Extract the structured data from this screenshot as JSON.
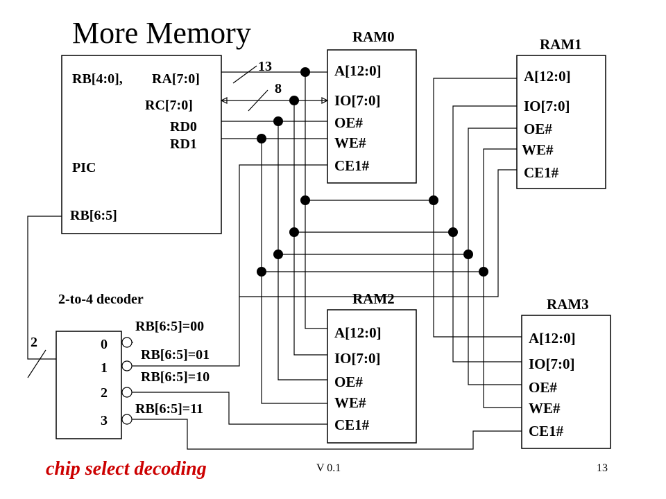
{
  "title": "More Memory",
  "pic": {
    "name": "PIC",
    "bus_label_a": "RB[4:0],",
    "bus_label_b": "RA[7:0]",
    "data_label": "RC[7:0]",
    "rd0": "RD0",
    "rd1": "RD1",
    "select_label": "RB[6:5]"
  },
  "bus_widths": {
    "address": "13",
    "data": "8",
    "select": "2"
  },
  "rams": [
    {
      "name": "RAM0",
      "pins": [
        "A[12:0]",
        "IO[7:0]",
        "OE#",
        "WE#",
        "CE1#"
      ]
    },
    {
      "name": "RAM1",
      "pins": [
        "A[12:0]",
        "IO[7:0]",
        "OE#",
        "WE#",
        "CE1#"
      ]
    },
    {
      "name": "RAM2",
      "pins": [
        "A[12:0]",
        "IO[7:0]",
        "OE#",
        "WE#",
        "CE1#"
      ]
    },
    {
      "name": "RAM3",
      "pins": [
        "A[12:0]",
        "IO[7:0]",
        "OE#",
        "WE#",
        "CE1#"
      ]
    }
  ],
  "decoder": {
    "name": "2-to-4 decoder",
    "outputs": [
      "0",
      "1",
      "2",
      "3"
    ],
    "conditions": [
      "RB[6:5]=00",
      "RB[6:5]=01",
      "RB[6:5]=10",
      "RB[6:5]=11"
    ]
  },
  "caption": "chip select decoding",
  "caption_color": "#cc0000",
  "footer": {
    "version": "V 0.1",
    "page": "13"
  }
}
